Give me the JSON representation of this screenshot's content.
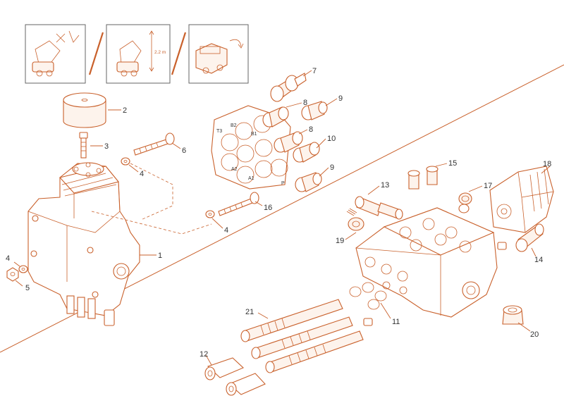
{
  "colors": {
    "line": "#c9612c",
    "text": "#333333",
    "background": "#ffffff",
    "frame": "#666666"
  },
  "thumbnails": {
    "measurement": "2.2 m"
  },
  "ports": [
    "T3",
    "B2",
    "B1",
    "A2",
    "A1",
    "P"
  ],
  "callouts": [
    "1",
    "2",
    "3",
    "4",
    "4",
    "4",
    "5",
    "6",
    "7",
    "8",
    "8",
    "9",
    "9",
    "10",
    "11",
    "12",
    "13",
    "14",
    "15",
    "16",
    "17",
    "18",
    "19",
    "20",
    "21"
  ]
}
